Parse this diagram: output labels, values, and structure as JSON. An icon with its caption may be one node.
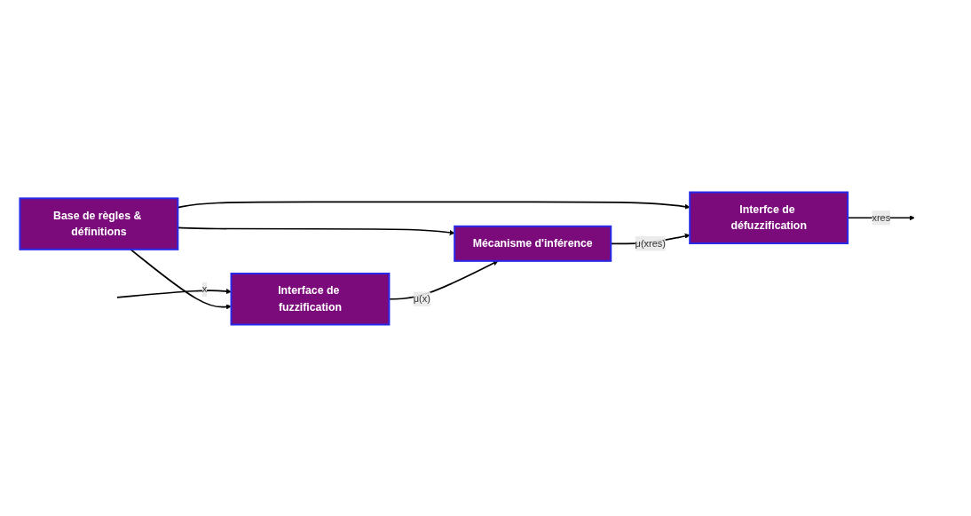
{
  "diagram": {
    "nodes": [
      {
        "text": [
          "Base de règles & définitions"
        ]
      },
      {
        "text": [
          "Interface de fuzzification"
        ]
      },
      {
        "text": [
          "Mécanisme d'inférence"
        ]
      },
      {
        "text": [
          "Interfce de défuzzification"
        ]
      }
    ],
    "edges": [
      {
        "from": null,
        "to": 1,
        "arrow": "to",
        "label": "x"
      },
      {
        "from": 0,
        "to": 1,
        "arrow": "to"
      },
      {
        "from": 0,
        "to": 2,
        "arrow": "to"
      },
      {
        "from": 0,
        "to": 3,
        "arrow": "to"
      },
      {
        "from": 1,
        "to": 2,
        "arrow": "to",
        "label": "μ(x)"
      },
      {
        "from": 2,
        "to": 3,
        "arrow": "to",
        "label": "μ(xres)"
      },
      {
        "from": 3,
        "to": null,
        "arrow": "to",
        "label": "xres"
      }
    ]
  }
}
